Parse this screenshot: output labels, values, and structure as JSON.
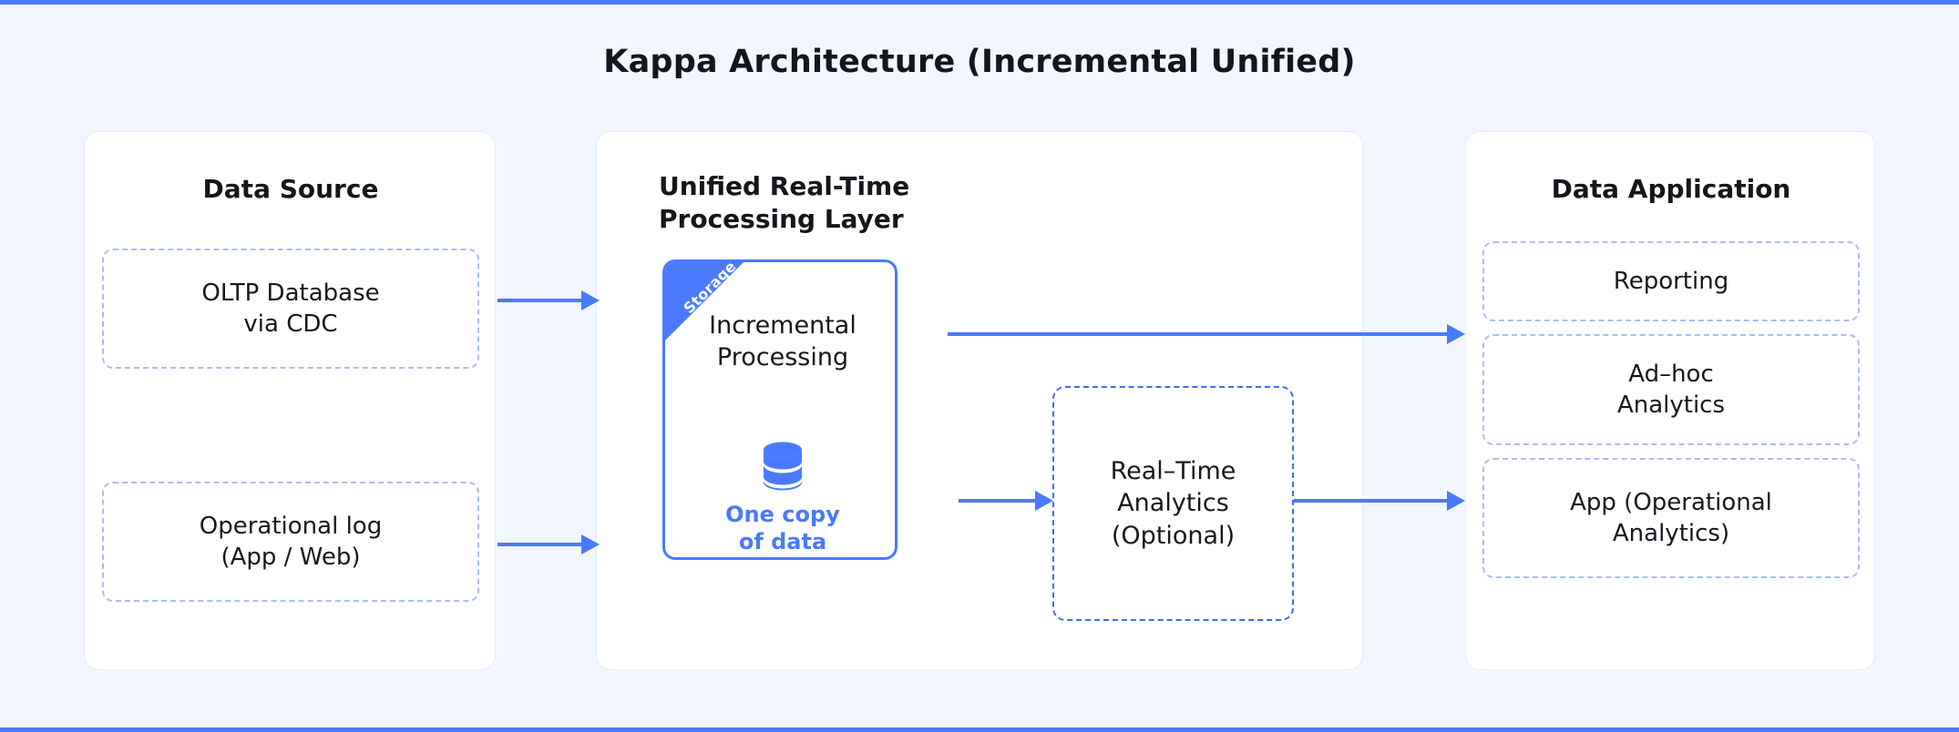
{
  "page": {
    "title": "Kappa Architecture (Incremental Unified)",
    "background": "#f2f6fe",
    "accent": "#4a7afc",
    "frame_bar_color": "#4a7afc"
  },
  "panels": {
    "source": {
      "title": "Data Source",
      "items": [
        {
          "label": "OLTP Database\nvia CDC",
          "name": "oltp-database-via-cdc"
        },
        {
          "label": "Operational log\n(App / Web)",
          "name": "operational-log-app-web"
        }
      ]
    },
    "processing": {
      "title": "Unified Real-Time\nProcessing Layer",
      "card": {
        "ribbon": "Storage",
        "title": "Incremental\nProcessing",
        "icon": "database-cylinder-icon",
        "subtitle": "One copy\nof data",
        "subtitle_color": "#4a7afc",
        "border_color": "#4a7afc"
      },
      "optional_box": {
        "label": "Real–Time\nAnalytics\n(Optional)",
        "border_color": "#3b6ef5",
        "border_style": "dashed"
      }
    },
    "application": {
      "title": "Data Application",
      "items": [
        {
          "label": "Reporting",
          "name": "reporting"
        },
        {
          "label": "Ad–hoc\nAnalytics",
          "name": "ad-hoc-analytics"
        },
        {
          "label": "App (Operational\nAnalytics)",
          "name": "app-operational-analytics"
        }
      ]
    }
  },
  "arrows": [
    {
      "name": "arrow-oltp-to-processing",
      "from": "OLTP Database via CDC",
      "to": "Unified Real-Time Processing Layer"
    },
    {
      "name": "arrow-oplog-to-processing",
      "from": "Operational log (App / Web)",
      "to": "Unified Real-Time Processing Layer"
    },
    {
      "name": "arrow-processing-to-app",
      "from": "Incremental Processing",
      "to": "Data Application"
    },
    {
      "name": "arrow-processing-to-rt",
      "from": "Incremental Processing",
      "to": "Real–Time Analytics (Optional)"
    },
    {
      "name": "arrow-rt-to-app",
      "from": "Real–Time Analytics (Optional)",
      "to": "Data Application"
    }
  ]
}
